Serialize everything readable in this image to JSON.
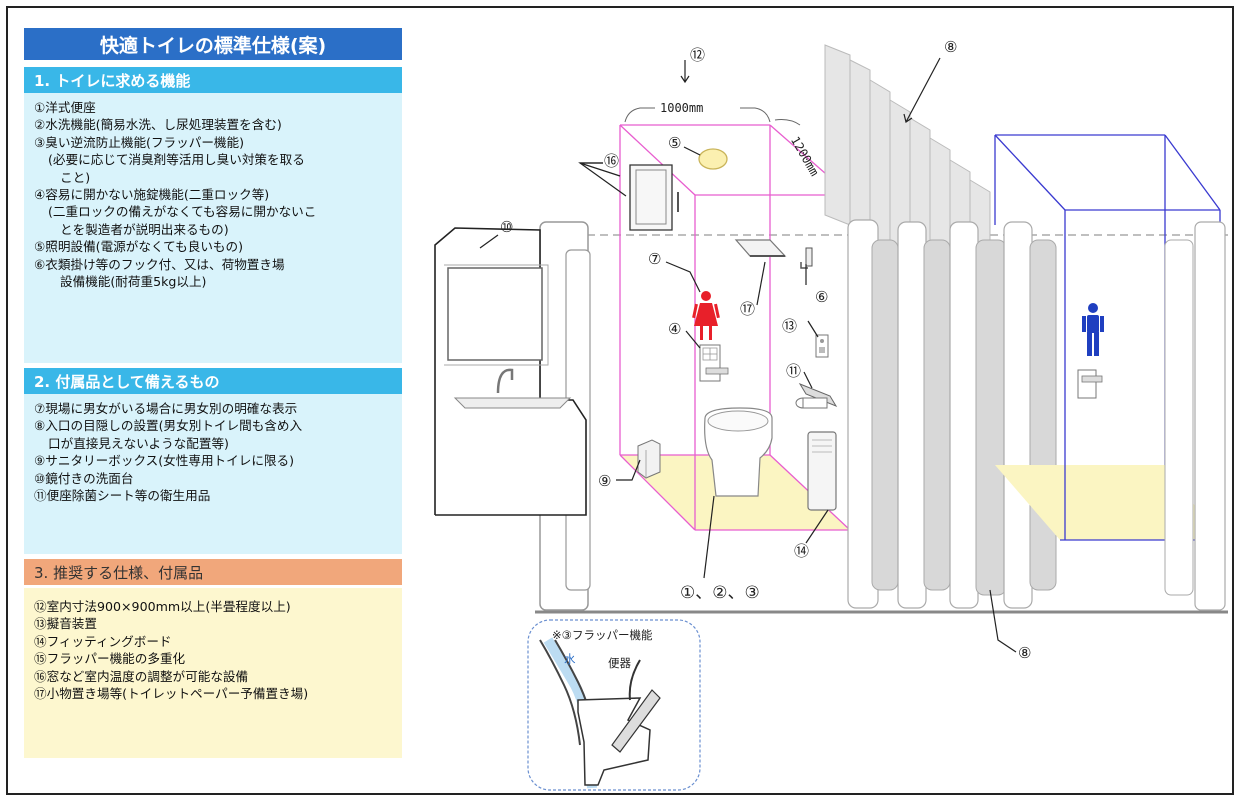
{
  "title": "快適トイレの標準仕様(案)",
  "section1": {
    "heading": "1. トイレに求める機能",
    "items": [
      "①洋式便座",
      "②水洗機能(簡易水洗、し尿処理装置を含む)",
      "③臭い逆流防止機能(フラッパー機能)",
      "(必要に応じて消臭剤等活用し臭い対策を取る",
      "こと)",
      "④容易に開かない施錠機能(二重ロック等)",
      "(二重ロックの備えがなくても容易に開かないこ",
      "とを製造者が説明出来るもの)",
      "⑤照明設備(電源がなくても良いもの)",
      "⑥衣類掛け等のフック付、又は、荷物置き場",
      "設備機能(耐荷重5kg以上)"
    ]
  },
  "section2": {
    "heading": "2. 付属品として備えるもの",
    "items": [
      "⑦現場に男女がいる場合に男女別の明確な表示",
      "⑧入口の目隠しの設置(男女別トイレ間も含め入",
      "口が直接見えないような配置等)",
      "⑨サニタリーボックス(女性専用トイレに限る)",
      "⑩鏡付きの洗面台",
      "⑪便座除菌シート等の衛生用品"
    ]
  },
  "section3": {
    "heading": "3. 推奨する仕様、付属品",
    "items": [
      "⑫室内寸法900×900mm以上(半畳程度以上)",
      "⑬擬音装置",
      "⑭フィッティングボード",
      "⑮フラッパー機能の多重化",
      "⑯窓など室内温度の調整が可能な設備",
      "⑰小物置き場等(トイレットペーパー予備置き場)"
    ]
  },
  "diagram": {
    "labels": {
      "n12": "⑫",
      "n8_top": "⑧",
      "n10": "⑩",
      "n16": "⑯",
      "n5": "⑤",
      "n7": "⑦",
      "n4": "④",
      "n6": "⑥",
      "n17": "⑰",
      "n13": "⑬",
      "n11": "⑪",
      "n9": "⑨",
      "n14": "⑭",
      "n123": "①、②、③",
      "n8_bottom": "⑧"
    },
    "dims": {
      "width": "1000mm",
      "depth": "1200mm"
    },
    "inset": {
      "title": "※③フラッパー機能",
      "water": "水",
      "toilet": "便器"
    },
    "colors": {
      "female_box": "#e85ecf",
      "male_box": "#3a3ad0",
      "female_icon": "#e8202a",
      "male_icon": "#1f3fc0",
      "floor": "#fbf5c2"
    }
  }
}
